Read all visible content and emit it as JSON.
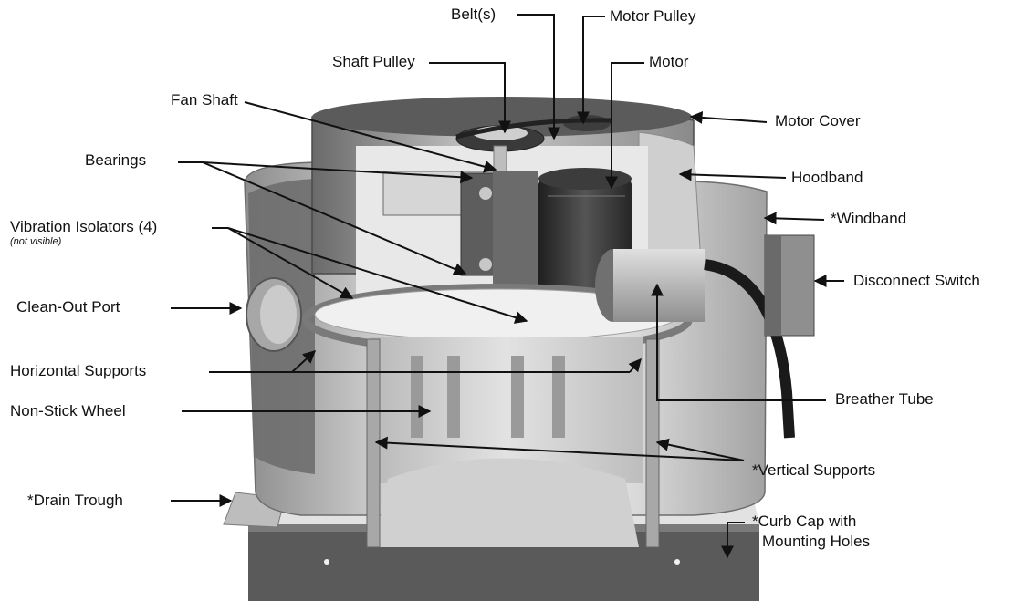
{
  "labels": {
    "belts": "Belt(s)",
    "motor_pulley": "Motor Pulley",
    "shaft_pulley": "Shaft Pulley",
    "motor": "Motor",
    "fan_shaft": "Fan Shaft",
    "motor_cover": "Motor Cover",
    "bearings": "Bearings",
    "hoodband": "Hoodband",
    "windband": "*Windband",
    "vibration_isolators": "Vibration Isolators (4)",
    "vibration_isolators_note": "(not visible)",
    "disconnect_switch": "Disconnect Switch",
    "clean_out_port": "Clean-Out Port",
    "horizontal_supports": "Horizontal Supports",
    "breather_tube": "Breather Tube",
    "non_stick_wheel": "Non-Stick Wheel",
    "vertical_supports": "*Vertical Supports",
    "drain_trough": "*Drain Trough",
    "curb_cap_line1": "*Curb Cap with",
    "curb_cap_line2": "Mounting Holes"
  },
  "colors": {
    "text": "#111111",
    "leader": "#111111",
    "metal_light": "#cfcfcf",
    "metal_mid": "#9a9a9a",
    "metal_dark": "#4a4a4a",
    "motor": "#2e2e2e",
    "curb": "#e6e6e6",
    "curb_front": "#555555"
  }
}
